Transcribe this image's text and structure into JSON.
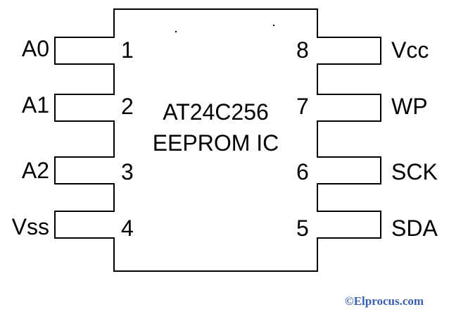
{
  "chip": {
    "part_number": "AT24C256",
    "type_label": "EEPROM IC"
  },
  "pins": [
    {
      "number": "1",
      "signal": "A0",
      "side": "left",
      "row": 0
    },
    {
      "number": "2",
      "signal": "A1",
      "side": "left",
      "row": 1
    },
    {
      "number": "3",
      "signal": "A2",
      "side": "left",
      "row": 2
    },
    {
      "number": "4",
      "signal": "Vss",
      "side": "left",
      "row": 3
    },
    {
      "number": "8",
      "signal": "Vcc",
      "side": "right",
      "row": 0
    },
    {
      "number": "7",
      "signal": "WP",
      "side": "right",
      "row": 1
    },
    {
      "number": "6",
      "signal": "SCK",
      "side": "right",
      "row": 2
    },
    {
      "number": "5",
      "signal": "SDA",
      "side": "right",
      "row": 3
    }
  ],
  "credit": "©Elprocus.com",
  "colors": {
    "line": "#000000",
    "credit": "#3b5fb0"
  }
}
